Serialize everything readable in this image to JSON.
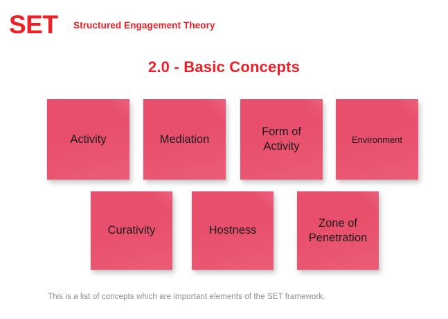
{
  "header": {
    "logo": "SET",
    "tagline": "Structured Engagement Theory",
    "brand_color": "#ee2027"
  },
  "slide": {
    "title": "2.0 - Basic Concepts",
    "title_color": "#ee2027",
    "background_color": "#ffffff"
  },
  "notes": {
    "note_color": "#e84f6d",
    "text_color": "#1b1b1b",
    "row1": [
      {
        "label": "Activity"
      },
      {
        "label": "Mediation"
      },
      {
        "label": "Form of Activity"
      },
      {
        "label": "Environment"
      }
    ],
    "row2": [
      {
        "label": "Curativity"
      },
      {
        "label": "Hostness"
      },
      {
        "label": "Zone of Penetration"
      }
    ]
  },
  "footer": {
    "caption": "This is a list of concepts which are important elements of the SET framework.",
    "caption_color": "#8d8d8d"
  }
}
